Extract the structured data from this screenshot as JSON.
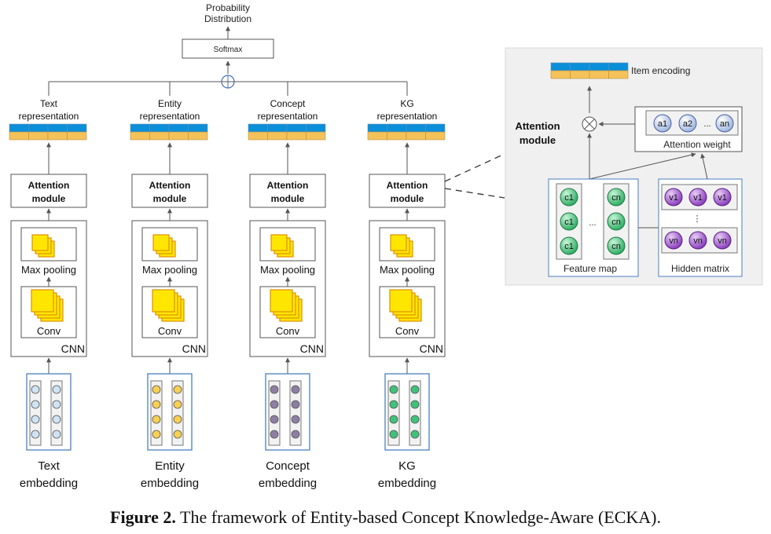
{
  "output": {
    "label_line1": "Probability",
    "label_line2": "Distribution",
    "softmax": "Softmax"
  },
  "columns": [
    {
      "rep_line1": "Text",
      "rep_line2": "representation",
      "emb_line1": "Text",
      "emb_line2": "embedding",
      "dot_color": "#cfe3f3"
    },
    {
      "rep_line1": "Entity",
      "rep_line2": "representation",
      "emb_line1": "Entity",
      "emb_line2": "embedding",
      "dot_color": "#f7cf52"
    },
    {
      "rep_line1": "Concept",
      "rep_line2": "representation",
      "emb_line1": "Concept",
      "emb_line2": "embedding",
      "dot_color": "#8e7ea3"
    },
    {
      "rep_line1": "KG",
      "rep_line2": "representation",
      "emb_line1": "KG",
      "emb_line2": "embedding",
      "dot_color": "#3fc27a"
    }
  ],
  "blocks": {
    "attention_line1": "Attention",
    "attention_line2": "module",
    "max_pooling": "Max pooling",
    "conv": "Conv",
    "cnn": "CNN"
  },
  "detail": {
    "title_line1": "Attention",
    "title_line2": "module",
    "item_encoding": "Item encoding",
    "attention_weight": "Attention weight",
    "weights": [
      "a1",
      "a2",
      "an"
    ],
    "feature_map": "Feature map",
    "hidden_matrix": "Hidden matrix",
    "feature_left": [
      "c1",
      "c1",
      "c1"
    ],
    "feature_right": [
      "cn",
      "cn",
      "cn"
    ],
    "hidden_top": [
      "v1",
      "v1",
      "v1"
    ],
    "hidden_bottom": [
      "vn",
      "vn",
      "vn"
    ],
    "ellipsis": "..."
  },
  "colors": {
    "blue": "#0a8fd8",
    "orange": "#f5c25a",
    "panel": "#f0f0f0",
    "weight_circle": "#9fb6e0",
    "feature_circle": "#3fc27a",
    "hidden_circle": "#9b59c6"
  },
  "caption": {
    "prefix": "Figure 2.",
    "text": " The framework of Entity-based Concept Knowledge-Aware (ECKA)."
  }
}
